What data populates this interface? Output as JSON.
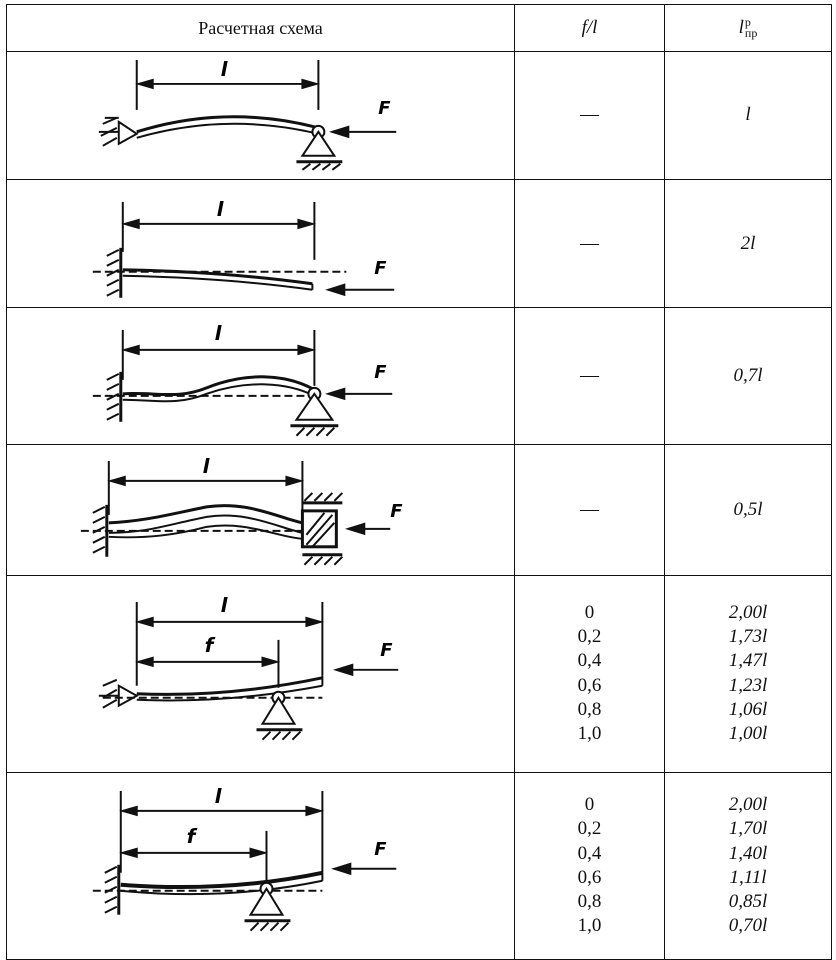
{
  "table": {
    "headers": {
      "scheme": "Расчетная схема",
      "ratio": "f/l",
      "length_main": "l",
      "length_sup": "p",
      "length_sub": "пр"
    },
    "rows": [
      {
        "ratio": [
          "—"
        ],
        "length": [
          "l"
        ]
      },
      {
        "ratio": [
          "—"
        ],
        "length": [
          "2l"
        ]
      },
      {
        "ratio": [
          "—"
        ],
        "length": [
          "0,7l"
        ]
      },
      {
        "ratio": [
          "—"
        ],
        "length": [
          "0,5l"
        ]
      },
      {
        "ratio": [
          "0",
          "0,2",
          "0,4",
          "0,6",
          "0,8",
          "1,0"
        ],
        "length": [
          "2,00l",
          "1,73l",
          "1,47l",
          "1,23l",
          "1,06l",
          "1,00l"
        ]
      },
      {
        "ratio": [
          "0",
          "0,2",
          "0,4",
          "0,6",
          "0,8",
          "1,0"
        ],
        "length": [
          "2,00l",
          "1,70l",
          "1,40l",
          "1,11l",
          "0,85l",
          "0,70l"
        ]
      }
    ]
  },
  "diagram_labels": {
    "length": "l",
    "offset": "f",
    "force": "F"
  }
}
